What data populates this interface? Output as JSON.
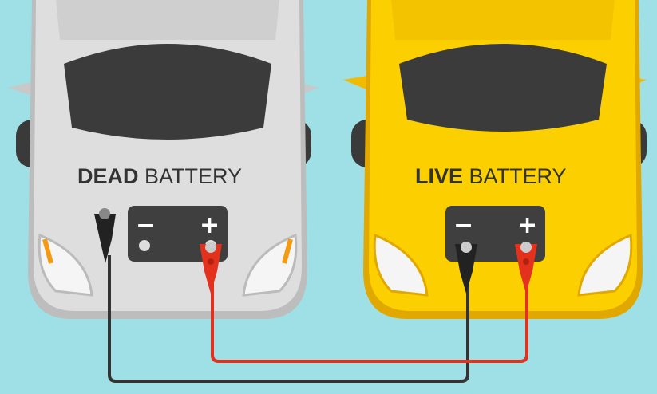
{
  "dead_car": {
    "label_bold": "DEAD",
    "label_rest": " BATTERY",
    "color": "#dcdcdc"
  },
  "live_car": {
    "label_bold": "LIVE",
    "label_rest": " BATTERY",
    "color": "#f7c600"
  },
  "battery": {
    "minus": "−",
    "plus": "+"
  },
  "colors": {
    "background": "#9fdfe6",
    "black_cable": "#333333",
    "red_cable": "#e2311d"
  }
}
